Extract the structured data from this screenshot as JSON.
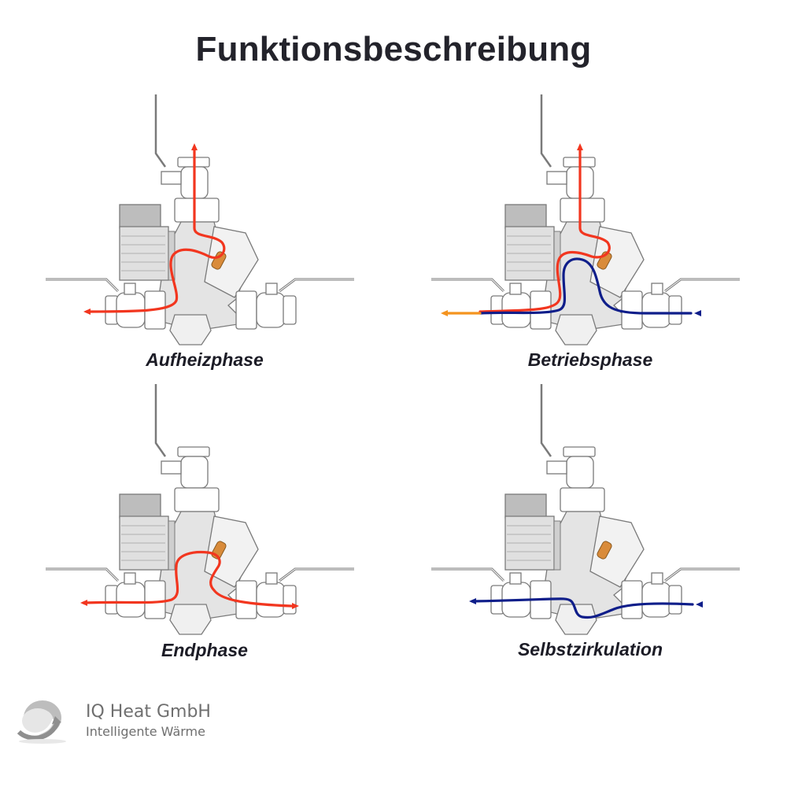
{
  "title": "Funktionsbeschreibung",
  "colors": {
    "hot": "#f2361f",
    "cold": "#0f1e8a",
    "inlet": "#f4931e",
    "valve_core": "#d98b3a",
    "outline": "#7a7a7a",
    "body": "#e4e4e4",
    "motor": "#bdbdbd"
  },
  "panels": [
    {
      "id": "aufheizphase",
      "caption": "Aufheizphase",
      "flows": [
        {
          "color": "hot",
          "direction": "up-and-left",
          "label": "hot flow: bottom-left outlet up through thermostat to top outlet"
        }
      ]
    },
    {
      "id": "betriebsphase",
      "caption": "Betriebsphase",
      "flows": [
        {
          "color": "hot",
          "direction": "to-top",
          "label": "hot flow to top outlet"
        },
        {
          "color": "cold",
          "direction": "right-to-left",
          "label": "cold return from right inlet to left outlet"
        },
        {
          "color": "inlet",
          "direction": "left",
          "label": "mixed outlet on left"
        }
      ]
    },
    {
      "id": "endphase",
      "caption": "Endphase",
      "flows": [
        {
          "color": "hot",
          "direction": "left-and-right",
          "label": "hot flow through thermostat to both side ports"
        }
      ]
    },
    {
      "id": "selbstzirkulation",
      "caption": "Selbstzirkulation",
      "flows": [
        {
          "color": "cold",
          "direction": "right-to-left",
          "label": "self-circulation through bottom check valve"
        }
      ]
    }
  ],
  "logo": {
    "name": "IQ Heat GmbH",
    "tagline": "Intelligente Wärme"
  }
}
